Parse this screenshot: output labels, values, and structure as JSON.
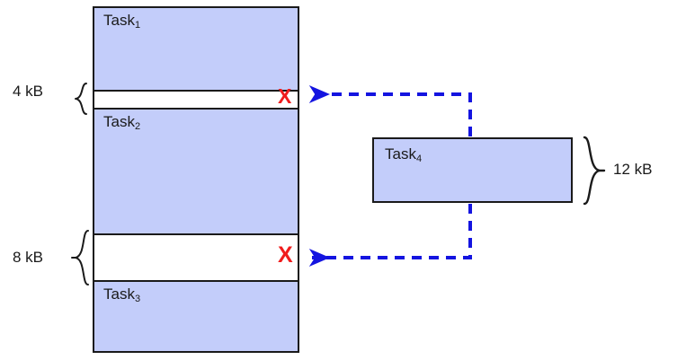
{
  "diagram": {
    "title": "memory-allocation-fragmentation",
    "colors": {
      "block_fill": "#c3cdfa",
      "block_stroke": "#1a1a1a",
      "arrow": "#1414e0",
      "x_mark": "#f01d1d",
      "background": "#ffffff"
    }
  },
  "memory": {
    "segments": [
      {
        "id": "task1",
        "label": "Task",
        "sub": "1",
        "kind": "task"
      },
      {
        "id": "hole1",
        "label": "",
        "sub": "",
        "kind": "hole",
        "size_label": "4 kB",
        "mark": "X"
      },
      {
        "id": "task2",
        "label": "Task",
        "sub": "2",
        "kind": "task"
      },
      {
        "id": "hole2",
        "label": "",
        "sub": "",
        "kind": "hole",
        "size_label": "8 kB",
        "mark": "X"
      },
      {
        "id": "task3",
        "label": "Task",
        "sub": "3",
        "kind": "task"
      }
    ]
  },
  "incoming": {
    "label": "Task",
    "sub": "4",
    "size_label": "12 kB"
  },
  "labels": {
    "hole1_size": "4 kB",
    "hole2_size": "8 kB",
    "task4_size": "12 kB",
    "x_mark": "X"
  }
}
